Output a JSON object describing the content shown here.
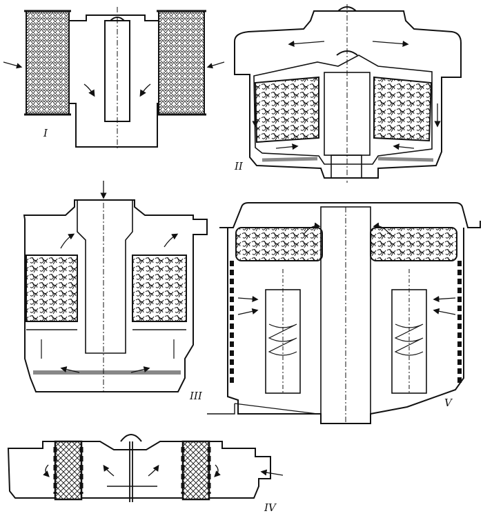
{
  "figure": {
    "panels": [
      {
        "id": "panel-1",
        "label": "I"
      },
      {
        "id": "panel-2",
        "label": "II"
      },
      {
        "id": "panel-3",
        "label": "III"
      },
      {
        "id": "panel-4",
        "label": "IV"
      },
      {
        "id": "panel-5",
        "label": "V"
      }
    ],
    "colors": {
      "ink": "#111111",
      "paper": "#ffffff",
      "oil": "#9a9a9a"
    }
  }
}
